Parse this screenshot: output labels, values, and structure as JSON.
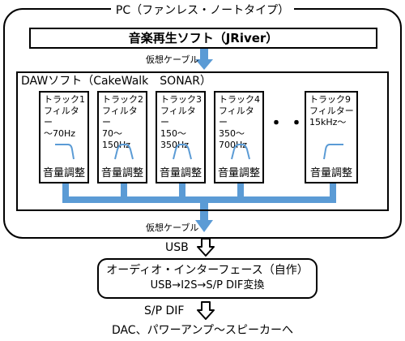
{
  "pc": {
    "title": "PC（ファンレス・ノートタイプ）"
  },
  "player": {
    "label": "音楽再生ソフト（JRiver）"
  },
  "virtual_cable_top": "仮想ケーブル",
  "daw": {
    "title": "DAWソフト（CakeWalk　SONAR）",
    "tracks": [
      {
        "text": "トラック1\nフィルター\n～70Hz",
        "volume": "音量調整",
        "filter": "lowpass"
      },
      {
        "text": "トラック2\nフィルター\n70～\n150Hz",
        "volume": "音量調整",
        "filter": "bandpass"
      },
      {
        "text": "トラック3\nフィルター\n150～\n350Hz",
        "volume": "音量調整",
        "filter": "bandpass"
      },
      {
        "text": "トラック4\nフィルター\n350～\n700Hz",
        "volume": "音量調整",
        "filter": "bandpass"
      },
      {
        "text": "トラック9\nフィルター\n15kHz～",
        "volume": "音量調整",
        "filter": "highpass"
      }
    ],
    "ellipsis": "・・・"
  },
  "virtual_cable_bottom": "仮想ケーブル",
  "usb_label": "USB",
  "interface": {
    "title": "オーディオ・インターフェース（自作）",
    "sub": "USB→I2S→S/P DIF変換"
  },
  "spdif_label": "S/P DIF",
  "output_label": "DAC、パワーアンプ～スピーカーへ",
  "colors": {
    "signal": "#5b9bd5",
    "frame": "#000000"
  }
}
